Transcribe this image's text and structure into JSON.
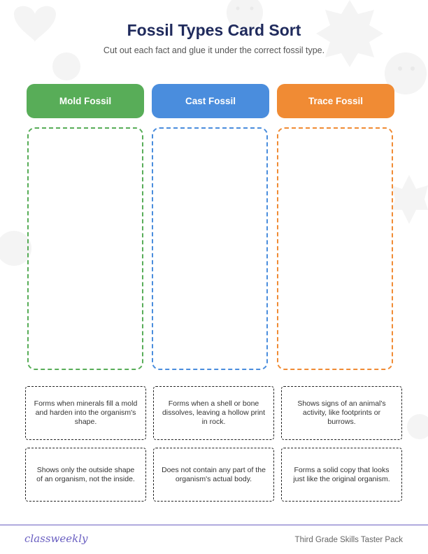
{
  "page": {
    "title": "Fossil Types Card Sort",
    "subtitle": "Cut out each fact and glue it under the correct fossil type."
  },
  "categories": [
    {
      "label": "Mold Fossil",
      "color": "#58ad58"
    },
    {
      "label": "Cast Fossil",
      "color": "#4a8ddd"
    },
    {
      "label": "Trace Fossil",
      "color": "#f08b34"
    }
  ],
  "cards": [
    "Forms when minerals fill a mold and harden into the organism's shape.",
    "Forms when a shell or bone dissolves, leaving a hollow print in rock.",
    "Shows signs of an animal's activity, like footprints or burrows.",
    "Shows only the outside shape of an organism, not the inside.",
    "Does not contain any part of the organism's actual body.",
    "Forms a solid copy that looks just like the original organism."
  ],
  "footer": {
    "brand": "classweekly",
    "pack_name": "Third Grade Skills Taster Pack",
    "accent": "#6a5fc1"
  }
}
